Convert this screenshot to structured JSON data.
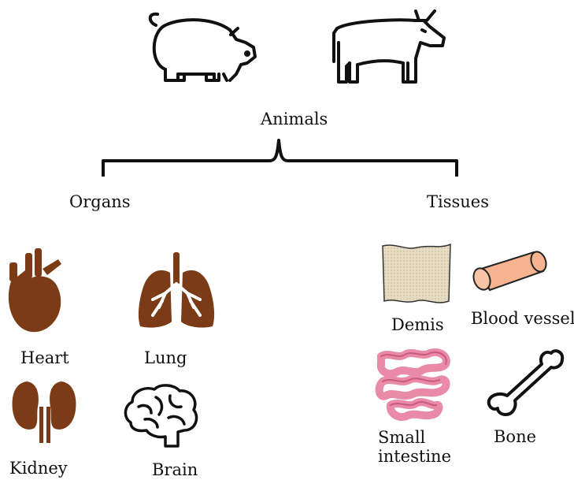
{
  "title": "Animals",
  "branches": {
    "organs": {
      "label": "Organs",
      "items": [
        {
          "label": "Heart",
          "icon": "heart-icon"
        },
        {
          "label": "Lung",
          "icon": "lung-icon"
        },
        {
          "label": "Kidney",
          "icon": "kidney-icon"
        },
        {
          "label": "Brain",
          "icon": "brain-icon"
        }
      ]
    },
    "tissues": {
      "label": "Tissues",
      "items": [
        {
          "label": "Demis",
          "icon": "dermis-icon"
        },
        {
          "label": "Blood vessel",
          "icon": "blood-vessel-icon"
        },
        {
          "label": "Small intestine",
          "icon": "small-intestine-icon"
        },
        {
          "label": "Bone",
          "icon": "bone-icon"
        }
      ]
    }
  },
  "top_icons": [
    "pig-icon",
    "cow-icon"
  ],
  "colors": {
    "organ_brown": "#7a3b16",
    "line": "#111111",
    "vessel_fill": "#f5b38f",
    "intestine_pink": "#e98aa8",
    "dermis_fill": "#e8dfc8"
  }
}
